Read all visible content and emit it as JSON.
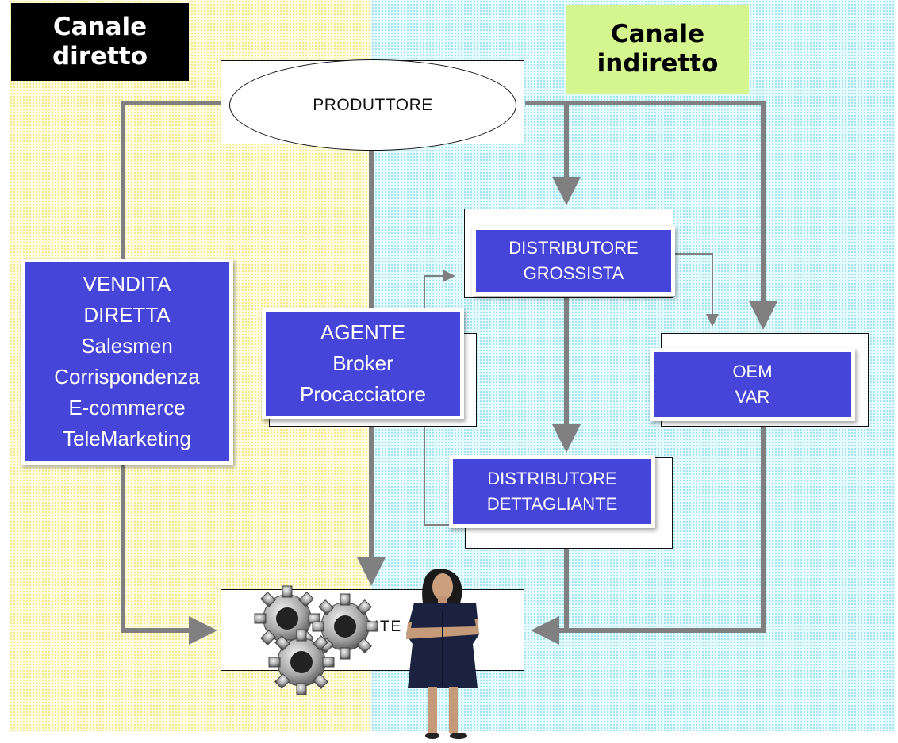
{
  "header": {
    "direct_channel": [
      "Canale",
      "diretto"
    ],
    "indirect_channel": [
      "Canale",
      "indiretto"
    ]
  },
  "nodes": {
    "producer": "PRODUTTORE",
    "direct_sale": [
      "VENDITA",
      "DIRETTA",
      "Salesmen",
      "Corrispondenza",
      "E-commerce",
      "TeleMarketing"
    ],
    "agent": [
      "AGENTE",
      "Broker",
      "Procacciatore"
    ],
    "wholesaler": [
      "DISTRIBUTORE",
      "GROSSISTA"
    ],
    "oem": [
      "OEM",
      "VAR"
    ],
    "retailer": [
      "DISTRIBUTORE",
      "DETTAGLIANTE"
    ],
    "customer": "CLIENTE"
  },
  "colors": {
    "direct_background": "#fffbe0",
    "indirect_background": "#e6fbff",
    "node_fill": "#4545d9",
    "indirect_label_fill": "#d5f58f",
    "arrow": "#808080"
  },
  "icons": [
    "gears-illustration",
    "woman-figure-illustration"
  ]
}
